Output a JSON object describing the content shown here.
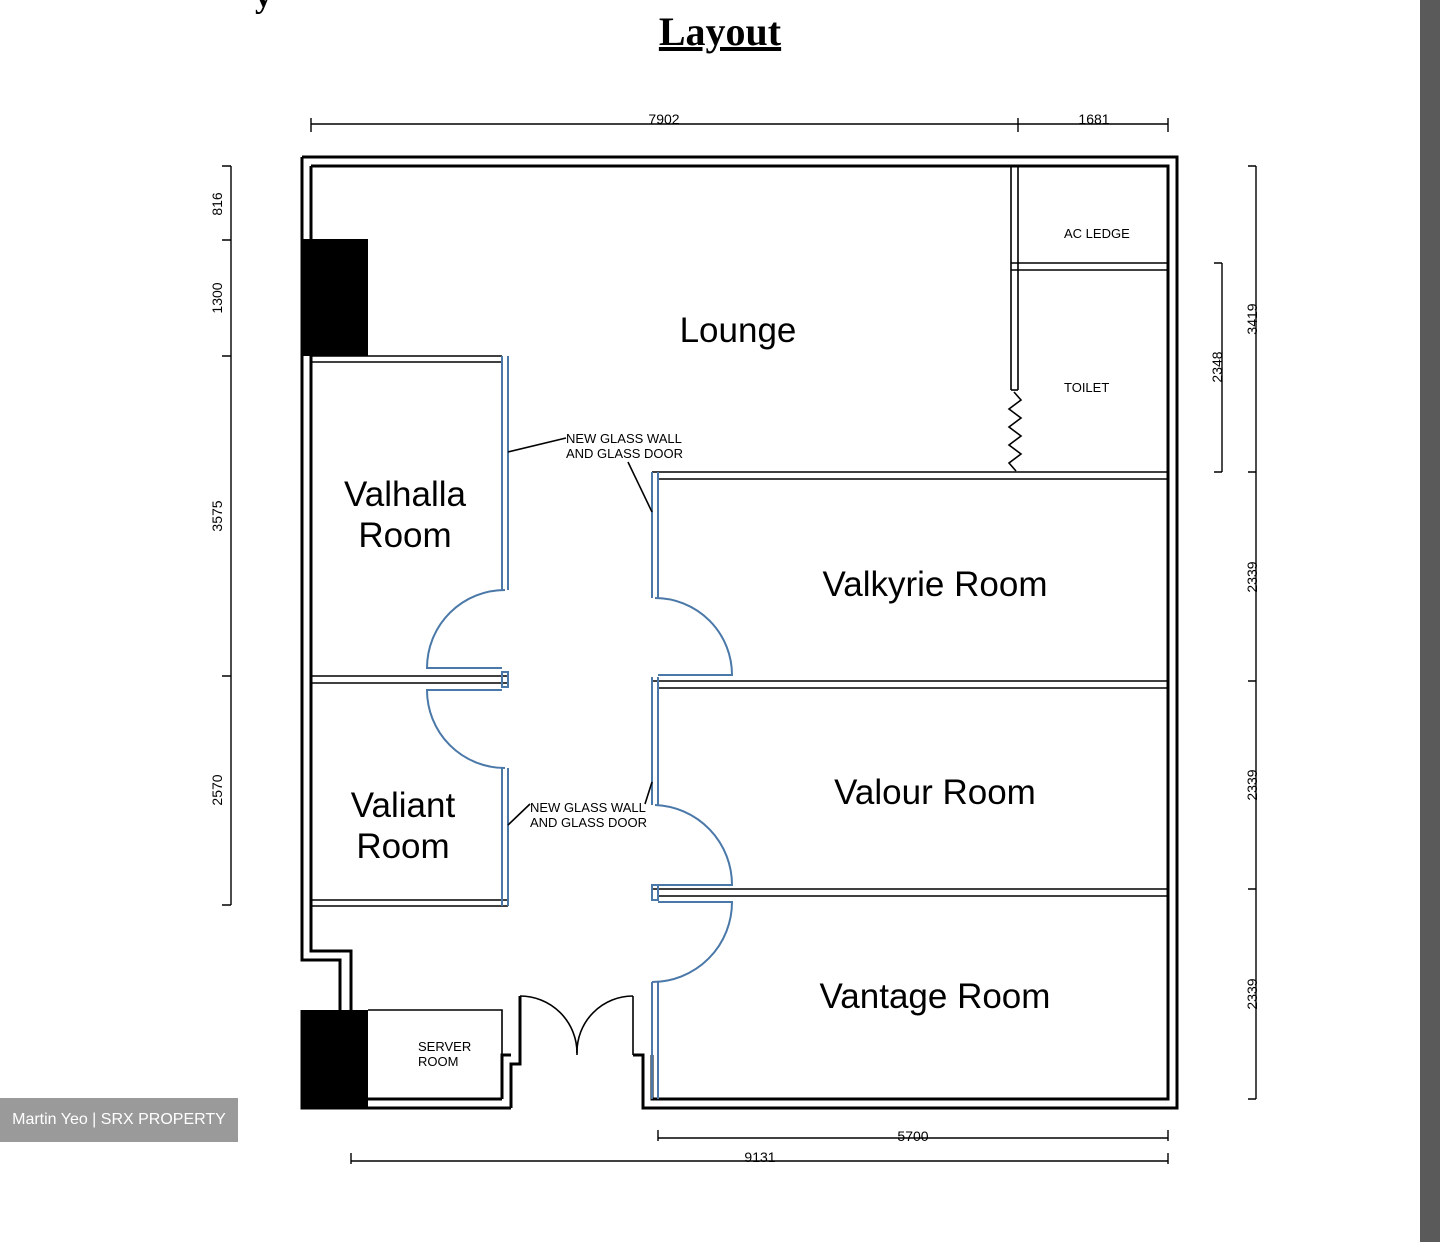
{
  "header": {
    "title": "Layout",
    "top_fragment": "y"
  },
  "rooms": {
    "lounge": "Lounge",
    "valhalla_line1": "Valhalla",
    "valhalla_line2": "Room",
    "valiant_line1": "Valiant",
    "valiant_line2": "Room",
    "valkyrie": "Valkyrie Room",
    "valour": "Valour Room",
    "vantage": "Vantage Room",
    "ac_ledge": "AC LEDGE",
    "toilet": "TOILET",
    "server_line1": "SERVER",
    "server_line2": "ROOM"
  },
  "annotations": {
    "glass_upper_line1": "NEW GLASS WALL",
    "glass_upper_line2": "AND GLASS DOOR",
    "glass_lower_line1": "NEW GLASS WALL",
    "glass_lower_line2": "AND GLASS DOOR"
  },
  "dimensions": {
    "top_left": "7902",
    "top_right": "1681",
    "left_1": "816",
    "left_2": "1300",
    "left_3": "3575",
    "left_4": "2570",
    "right_inner": "2348",
    "right_1": "3419",
    "right_2": "2339",
    "right_3": "2339",
    "right_4": "2339",
    "bottom_inner": "5700",
    "bottom_outer": "9131"
  },
  "watermark": "Martin Yeo | SRX PROPERTY",
  "colors": {
    "wall": "#000000",
    "glass": "#4a78a8",
    "watermark_bg": "#9a9a9a"
  }
}
